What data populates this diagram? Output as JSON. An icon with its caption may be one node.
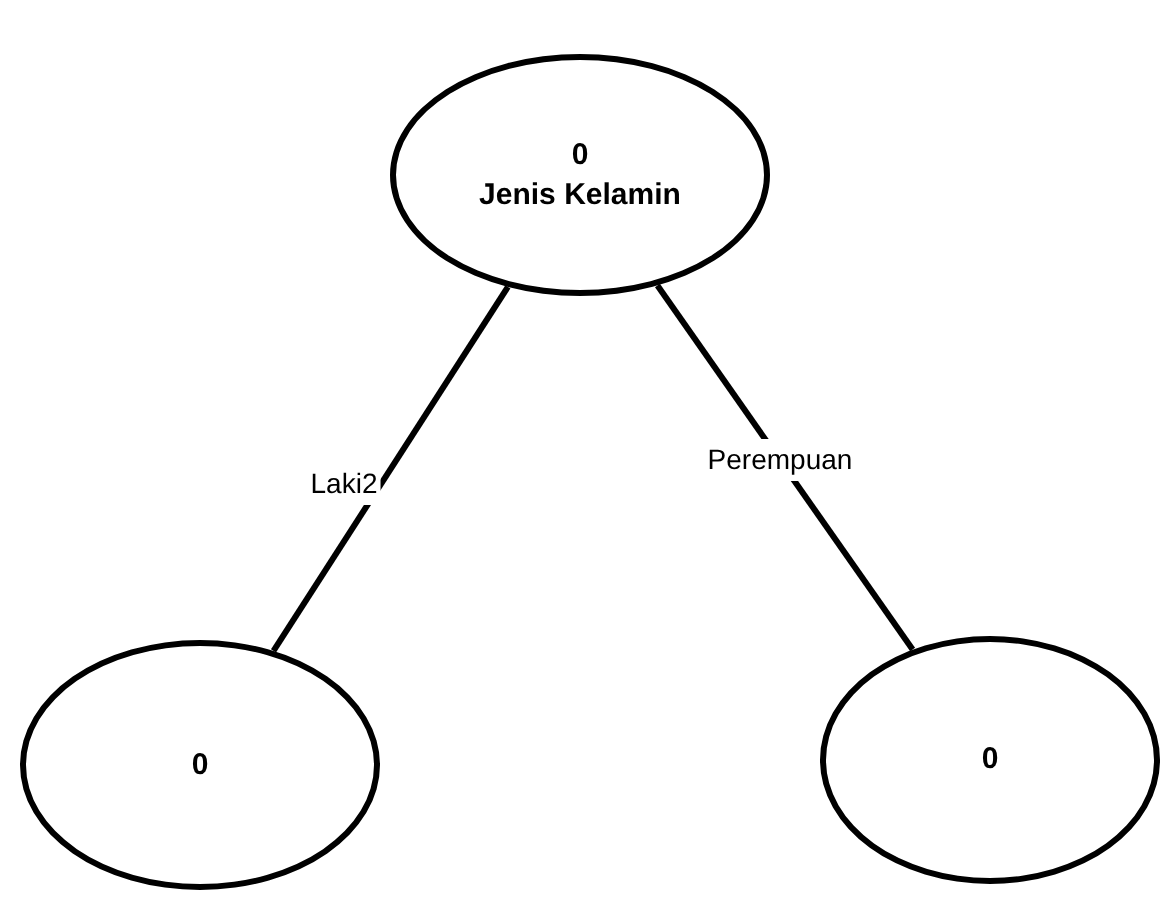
{
  "diagram": {
    "nodes": [
      {
        "text": [
          "0",
          "Jenis Kelamin"
        ]
      },
      {
        "text": [
          "0"
        ]
      },
      {
        "text": [
          "0"
        ]
      }
    ],
    "edges": [
      {
        "from": 0,
        "to": 1,
        "arrow": "none",
        "label": "Laki2"
      },
      {
        "from": 0,
        "to": 2,
        "arrow": "none",
        "label": "Perempuan"
      }
    ]
  }
}
